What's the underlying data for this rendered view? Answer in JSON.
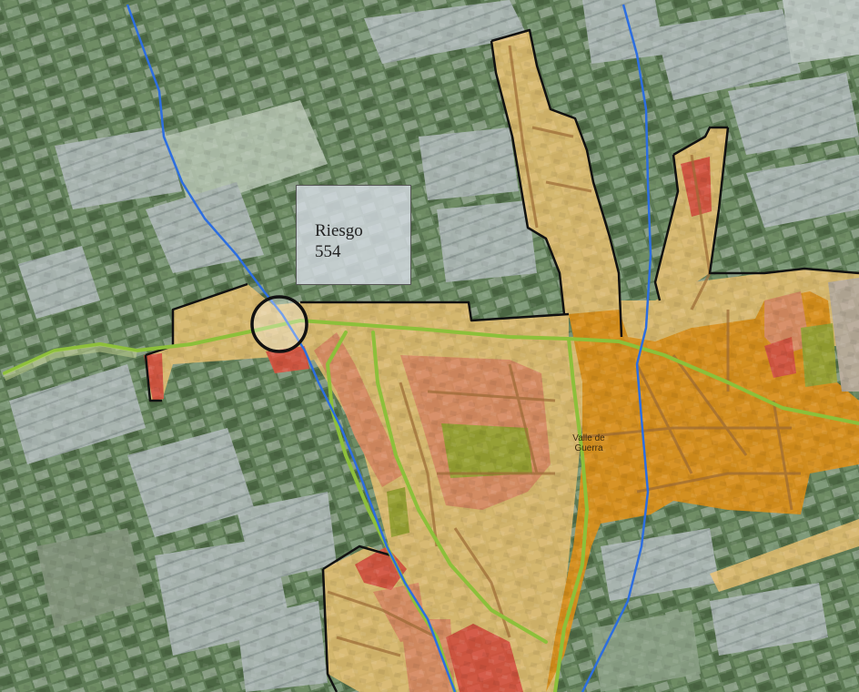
{
  "risk_label": {
    "line1": "Riesgo",
    "line2": "554"
  },
  "place_label": {
    "line1": "Valle de",
    "line2": "Guerra"
  },
  "colors": {
    "urban_light": "#f1c472",
    "urban_orange": "#f0920f",
    "urban_salmon": "#ef8d63",
    "urban_red": "#ea4a3a",
    "urban_olive": "#a2a62a",
    "road": "#8dc03a",
    "river": "#2d6ee0",
    "boundary": "#111111"
  }
}
